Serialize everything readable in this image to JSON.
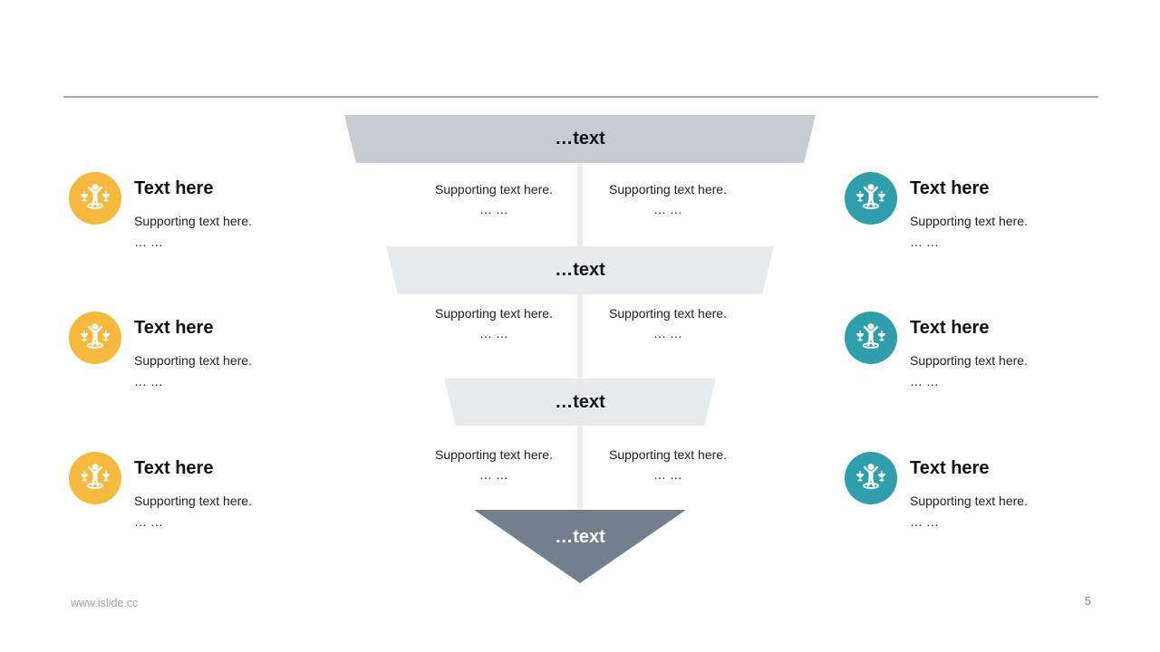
{
  "header": {
    "divider_color": "#a9abae"
  },
  "funnel": {
    "connector_color": "#ededef",
    "levels": [
      {
        "label": "…text",
        "color": "#c7ccd4"
      },
      {
        "label": "…text",
        "color": "#e8eaee"
      },
      {
        "label": "…text",
        "color": "#e8eaee"
      }
    ],
    "apex": {
      "label": "…text",
      "color": "#72808e"
    }
  },
  "middle_notes": {
    "rows": [
      {
        "left": {
          "line1": "Supporting text here.",
          "line2": "… …"
        },
        "right": {
          "line1": "Supporting text here.",
          "line2": "… …"
        }
      },
      {
        "left": {
          "line1": "Supporting text here.",
          "line2": "… …"
        },
        "right": {
          "line1": "Supporting text here.",
          "line2": "… …"
        }
      },
      {
        "left": {
          "line1": "Supporting text here.",
          "line2": "… …"
        },
        "right": {
          "line1": "Supporting text here.",
          "line2": "… …"
        }
      }
    ]
  },
  "side_items": {
    "left": {
      "icon": "person-with-scales-icon",
      "icon_color": "#f6b93e",
      "items": [
        {
          "title": "Text here",
          "line1": "Supporting text here.",
          "line2": "… …"
        },
        {
          "title": "Text here",
          "line1": "Supporting text here.",
          "line2": "… …"
        },
        {
          "title": "Text here",
          "line1": "Supporting text here.",
          "line2": "… …"
        }
      ]
    },
    "right": {
      "icon": "person-with-scales-icon",
      "icon_color": "#2f9fae",
      "items": [
        {
          "title": "Text here",
          "line1": "Supporting text here.",
          "line2": "… …"
        },
        {
          "title": "Text here",
          "line1": "Supporting text here.",
          "line2": "… …"
        },
        {
          "title": "Text here",
          "line1": "Supporting text here.",
          "line2": "… …"
        }
      ]
    }
  },
  "footer": {
    "url": "www.islide.cc",
    "page_number": "5"
  }
}
